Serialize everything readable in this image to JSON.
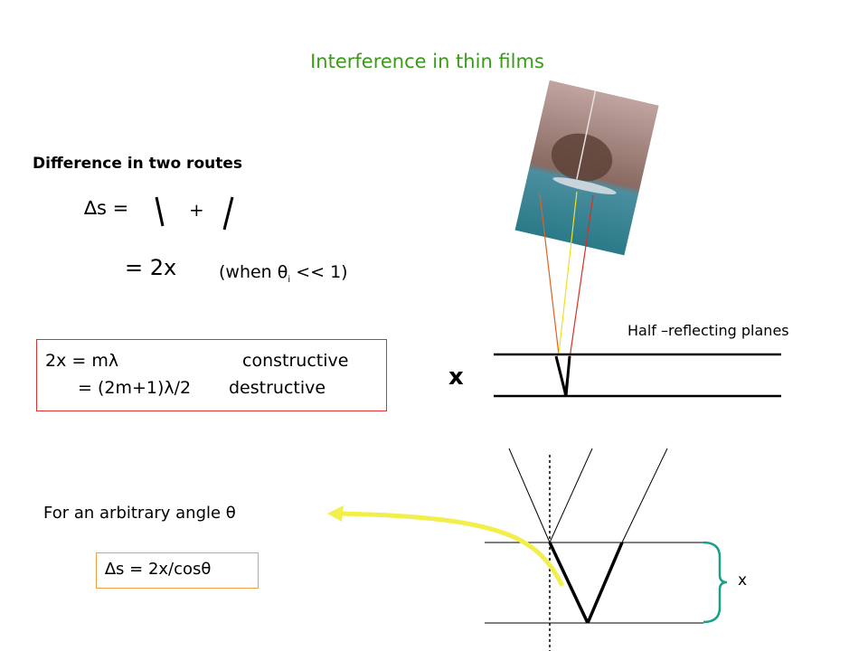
{
  "title": "Interference in thin films",
  "routes_label": "Difference in two routes",
  "ds_label": "∆s =",
  "plus_sign": "+",
  "eq_2x": "= 2x",
  "when_condition": {
    "prefix": "(when ",
    "theta": "θ",
    "sub": "i",
    "suffix": " << 1)"
  },
  "half_label": "Half –reflecting planes",
  "film_label": "x",
  "conditions": {
    "line1_eq": "2x = mλ",
    "line1_type": "constructive",
    "line2_eq": "= (2m+1)λ/2",
    "line2_type": "destructive"
  },
  "arbitrary_label": "For an arbitrary angle θ",
  "ds_formula": "∆s = 2x/cosθ",
  "brace_label": "x",
  "colors": {
    "title": "#3a9a1a",
    "condition_box": "#e03030",
    "formula_box": "#f0a040",
    "arrow": "#f2ee4a",
    "brace": "#1aa08a",
    "ray_red": "#d83020",
    "ray_yellow": "#f0e020",
    "ray_orange": "#e06020"
  }
}
